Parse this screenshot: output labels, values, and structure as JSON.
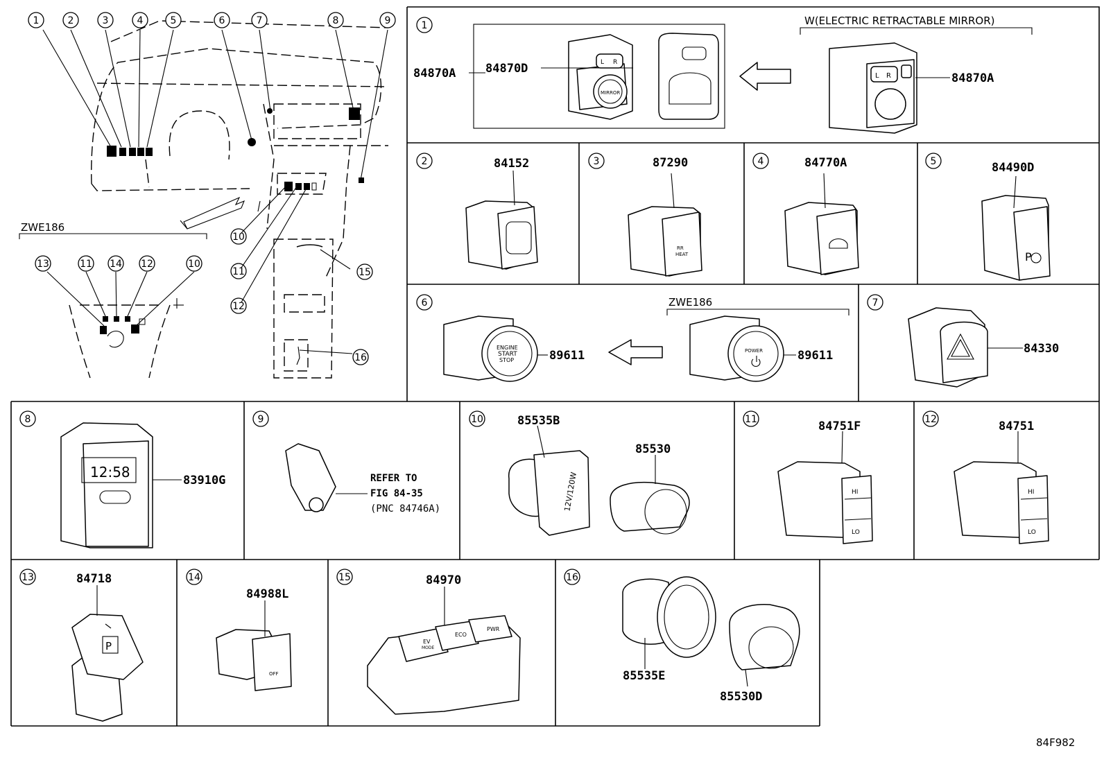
{
  "diagram_code": "84F982",
  "overview": {
    "callouts": [
      "1",
      "2",
      "3",
      "4",
      "5",
      "6",
      "7",
      "8",
      "9",
      "10",
      "11",
      "12",
      "15",
      "16"
    ],
    "variant_label": "ZWE186",
    "variant_callouts": [
      "13",
      "11",
      "14",
      "12",
      "10"
    ]
  },
  "panels": [
    {
      "num": "1",
      "parts": [
        "84870A",
        "84870D",
        "84870A"
      ],
      "variant_label": "W(ELECTRIC RETRACTABLE MIRROR)",
      "icon_text": [
        "L",
        "R",
        "MIRROR"
      ]
    },
    {
      "num": "2",
      "parts": [
        "84152"
      ]
    },
    {
      "num": "3",
      "parts": [
        "87290"
      ],
      "icon_text": [
        "RR",
        "HEAT"
      ]
    },
    {
      "num": "4",
      "parts": [
        "84770A"
      ]
    },
    {
      "num": "5",
      "parts": [
        "84490D"
      ],
      "icon_text": [
        "P"
      ]
    },
    {
      "num": "6",
      "parts": [
        "89611",
        "89611"
      ],
      "variant_label": "ZWE186",
      "icon_text": [
        "ENGINE",
        "START",
        "STOP",
        "POWER"
      ]
    },
    {
      "num": "7",
      "parts": [
        "84330"
      ]
    },
    {
      "num": "8",
      "parts": [
        "83910G"
      ],
      "icon_text": [
        "12:58"
      ]
    },
    {
      "num": "9",
      "refer_lines": [
        "REFER TO",
        "FIG 84-35",
        "(PNC 84746A)"
      ]
    },
    {
      "num": "10",
      "parts": [
        "85535B",
        "85530"
      ],
      "icon_text": [
        "12V/120W"
      ]
    },
    {
      "num": "11",
      "parts": [
        "84751F"
      ],
      "icon_text": [
        "HI",
        "LO"
      ]
    },
    {
      "num": "12",
      "parts": [
        "84751"
      ],
      "icon_text": [
        "HI",
        "LO"
      ]
    },
    {
      "num": "13",
      "parts": [
        "84718"
      ],
      "icon_text": [
        "P"
      ]
    },
    {
      "num": "14",
      "parts": [
        "84988L"
      ],
      "icon_text": [
        "OFF"
      ]
    },
    {
      "num": "15",
      "parts": [
        "84970"
      ],
      "icon_text": [
        "EV",
        "ECO",
        "PWR",
        "MODE"
      ]
    },
    {
      "num": "16",
      "parts": [
        "85535E",
        "85530D"
      ]
    }
  ]
}
